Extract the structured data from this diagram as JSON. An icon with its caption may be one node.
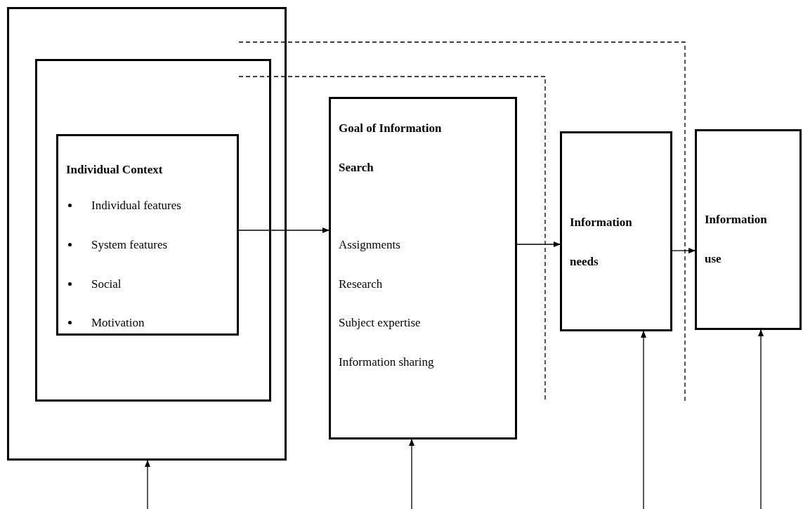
{
  "diagram": {
    "nodes": [
      {
        "text": [],
        "shape": "box"
      },
      {
        "text": [],
        "shape": "box",
        "in": 0
      },
      {
        "text": [
          "Individual Context",
          "Individual features",
          "System features",
          "Social",
          "Motivation"
        ],
        "in": 1
      },
      {
        "text": [
          "Goal of Information Search",
          "Assignments",
          "Research",
          "Subject expertise",
          "Information sharing"
        ]
      },
      {
        "text": [
          "Information needs"
        ]
      },
      {
        "text": [
          "Information use"
        ]
      }
    ],
    "edges": [
      {
        "from": 2,
        "to": 3,
        "arrow": "to"
      },
      {
        "from": 3,
        "to": 4,
        "arrow": "to"
      },
      {
        "from": 4,
        "to": 5,
        "arrow": "to"
      },
      {
        "from": null,
        "to": 0,
        "arrow": "to"
      },
      {
        "from": null,
        "to": 3,
        "arrow": "to"
      },
      {
        "from": null,
        "to": 4,
        "arrow": "to"
      },
      {
        "from": null,
        "to": 5,
        "arrow": "to"
      }
    ]
  }
}
